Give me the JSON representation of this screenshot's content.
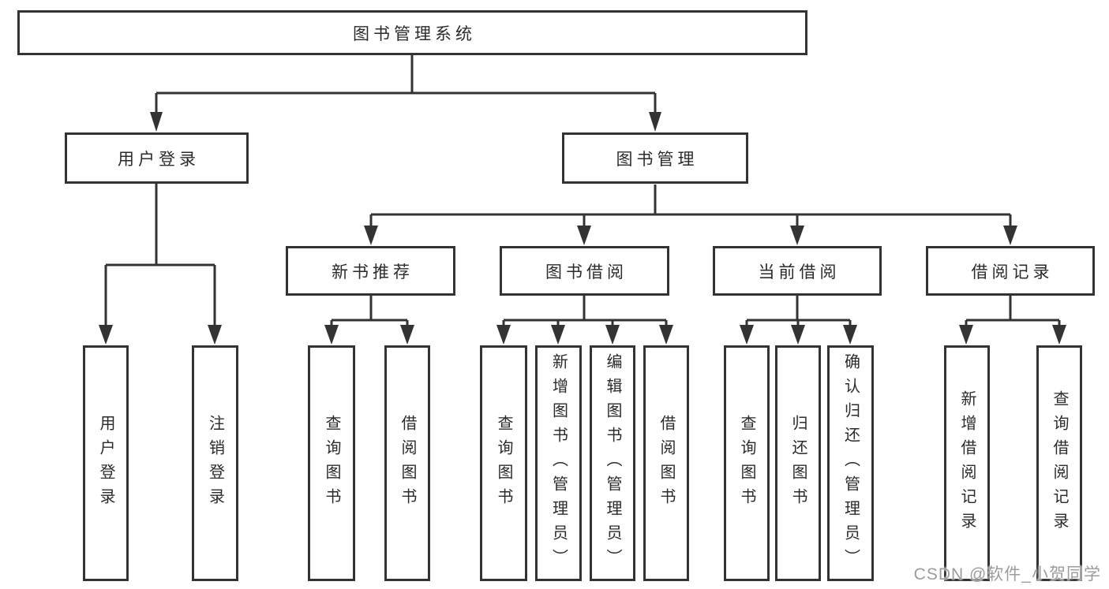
{
  "diagram": {
    "type": "hierarchy",
    "tree": {
      "label": "图书管理系统",
      "children": [
        {
          "label": "用户登录",
          "children": [
            {
              "label": "用户登录"
            },
            {
              "label": "注销登录"
            }
          ]
        },
        {
          "label": "图书管理",
          "children": [
            {
              "label": "新书推荐",
              "children": [
                {
                  "label": "查询图书"
                },
                {
                  "label": "借阅图书"
                }
              ]
            },
            {
              "label": "图书借阅",
              "children": [
                {
                  "label": "查询图书"
                },
                {
                  "label": "新增图书（管理员）"
                },
                {
                  "label": "编辑图书（管理员）"
                },
                {
                  "label": "借阅图书"
                }
              ]
            },
            {
              "label": "当前借阅",
              "children": [
                {
                  "label": "查询图书"
                },
                {
                  "label": "归还图书"
                },
                {
                  "label": "确认归还（管理员）"
                }
              ]
            },
            {
              "label": "借阅记录",
              "children": [
                {
                  "label": "新增借阅记录"
                },
                {
                  "label": "查询借阅记录"
                }
              ]
            }
          ]
        }
      ]
    }
  },
  "watermark": "CSDN @软件_小贺同学",
  "colors": {
    "line": "#333333",
    "text": "#2b2b2b",
    "watermark": "#9c9c9c",
    "background": "#ffffff"
  }
}
